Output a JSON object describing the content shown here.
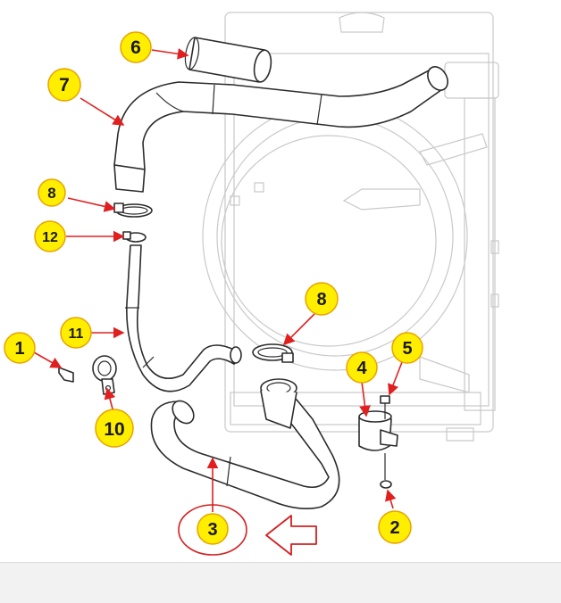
{
  "callouts": [
    {
      "id": "c6",
      "text": "6"
    },
    {
      "id": "c7",
      "text": "7"
    },
    {
      "id": "c8a",
      "text": "8"
    },
    {
      "id": "c12",
      "text": "12"
    },
    {
      "id": "c11",
      "text": "11"
    },
    {
      "id": "c1",
      "text": "1"
    },
    {
      "id": "c10",
      "text": "10"
    },
    {
      "id": "c8b",
      "text": "8"
    },
    {
      "id": "c4",
      "text": "4"
    },
    {
      "id": "c5",
      "text": "5"
    },
    {
      "id": "c2",
      "text": "2"
    },
    {
      "id": "c3",
      "text": "3"
    }
  ],
  "highlight": {
    "part": "3",
    "indicator": "outline-arrow-left"
  },
  "colors": {
    "callout_fill": "#ffee00",
    "callout_stroke": "#e8a200",
    "leader_line": "#e02020",
    "highlight_ring": "#d42020",
    "part_stroke": "#2b2b2b",
    "ghost_stroke": "#c9c9c9",
    "footer_bg": "#f2f2f2"
  }
}
